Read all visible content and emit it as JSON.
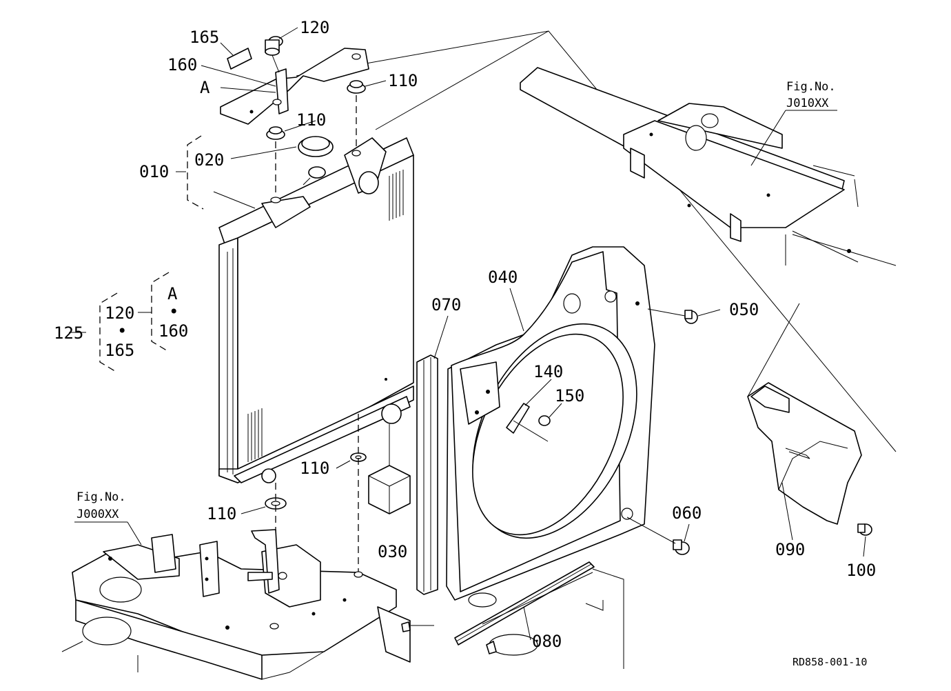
{
  "diagram": {
    "ref_code": "RD858-001-10",
    "fig_refs": [
      {
        "id": "j010",
        "line1": "Fig.No.",
        "line2": "J010XX"
      },
      {
        "id": "j000",
        "line1": "Fig.No.",
        "line2": "J000XX"
      }
    ],
    "callouts": {
      "p165": "165",
      "p120": "120",
      "p160": "160",
      "pA": "A",
      "p110a": "110",
      "p110b": "110",
      "p020": "020",
      "p010": "010",
      "p040": "040",
      "p070": "070",
      "p050": "050",
      "p140": "140",
      "p150": "150",
      "p110c": "110",
      "p110d": "110",
      "p030": "030",
      "p060": "060",
      "p090": "090",
      "p100": "100",
      "p080": "080"
    },
    "kit": {
      "main": "125",
      "a": "120",
      "b": "165",
      "sub_top": "A",
      "sub_bottom": "160",
      "bullet": "•"
    }
  }
}
